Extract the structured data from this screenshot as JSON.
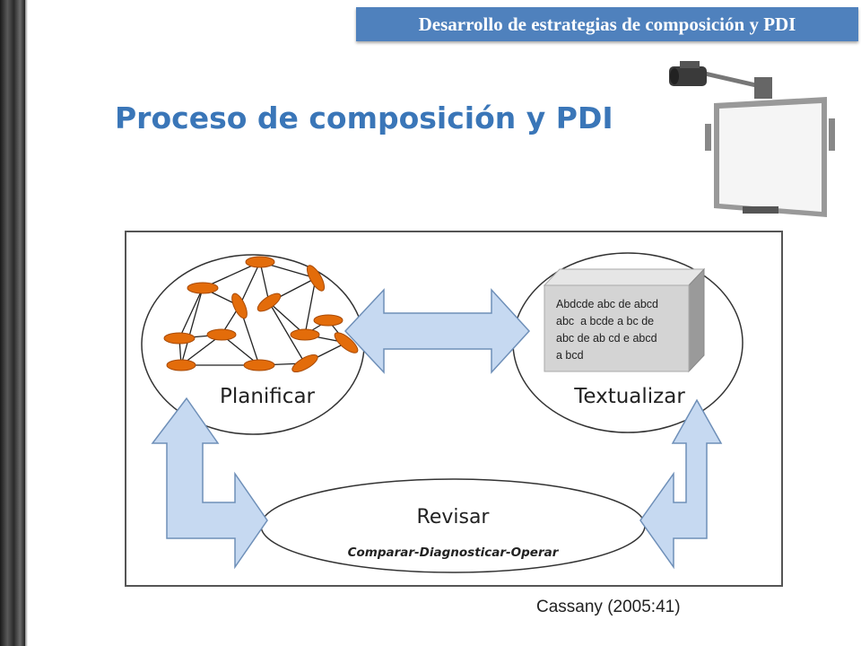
{
  "header": {
    "banner_text": "Desarrollo de estrategias de composición y PDI"
  },
  "title": "Proceso de composición y PDI",
  "diagram": {
    "planificar_label": "Planificar",
    "textualizar_label": "Textualizar",
    "revisar_label": "Revisar",
    "revisar_sublabel": "Comparar-Diagnosticar-Operar",
    "text_block_lines": [
      "Abdcde abc de abcd",
      "abc  a bcde a bc de",
      "abc de ab cd e abcd",
      "a bcd"
    ],
    "node_color": "#e36c0a",
    "arrow_fill": "#c6d9f1",
    "arrow_stroke": "#6e8fb8"
  },
  "citation": "Cassany (2005:41)"
}
